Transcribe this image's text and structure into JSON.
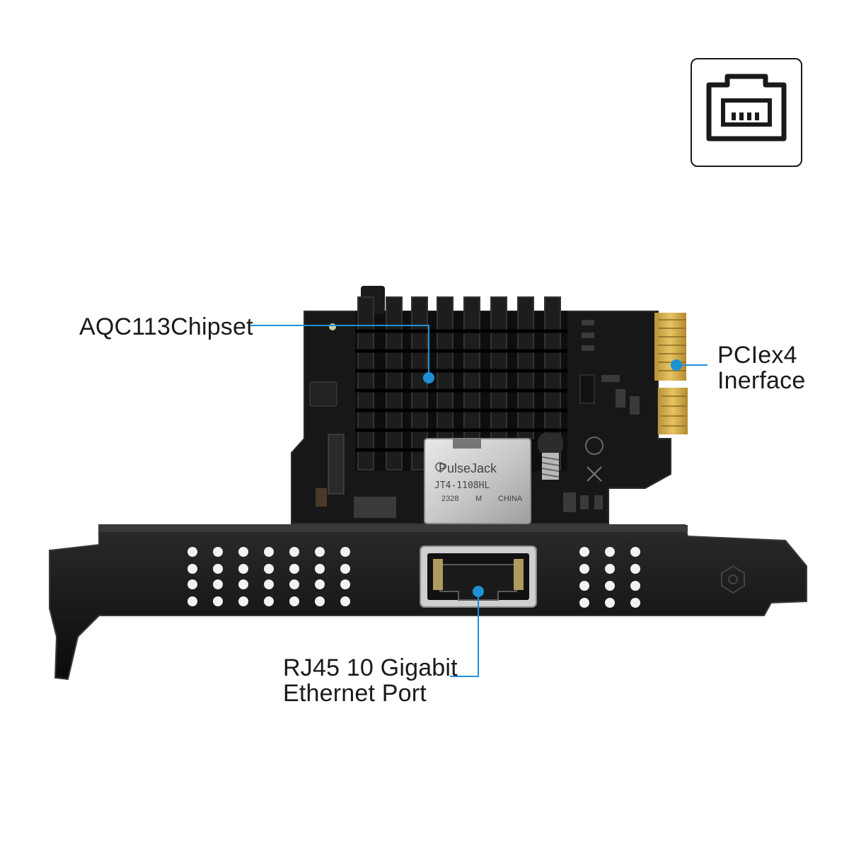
{
  "callouts": {
    "chipset": "AQC113Chipset",
    "pcie_line1": "PCIex4",
    "pcie_line2": "Inerface",
    "rj45_line1": "RJ45 10 Gigabit",
    "rj45_line2": "Ethernet Port"
  },
  "chip_markings": {
    "brand": "PulseJack",
    "model": "JT4-1108HL",
    "code_left": "2328",
    "code_mid": "M",
    "origin": "CHINA"
  },
  "icons": {
    "badge": "ethernet-port-icon"
  },
  "colors": {
    "callout_line": "#1e90d6",
    "callout_dot": "#1e90d6",
    "board": "#151515",
    "gold": "#d9b24a"
  }
}
